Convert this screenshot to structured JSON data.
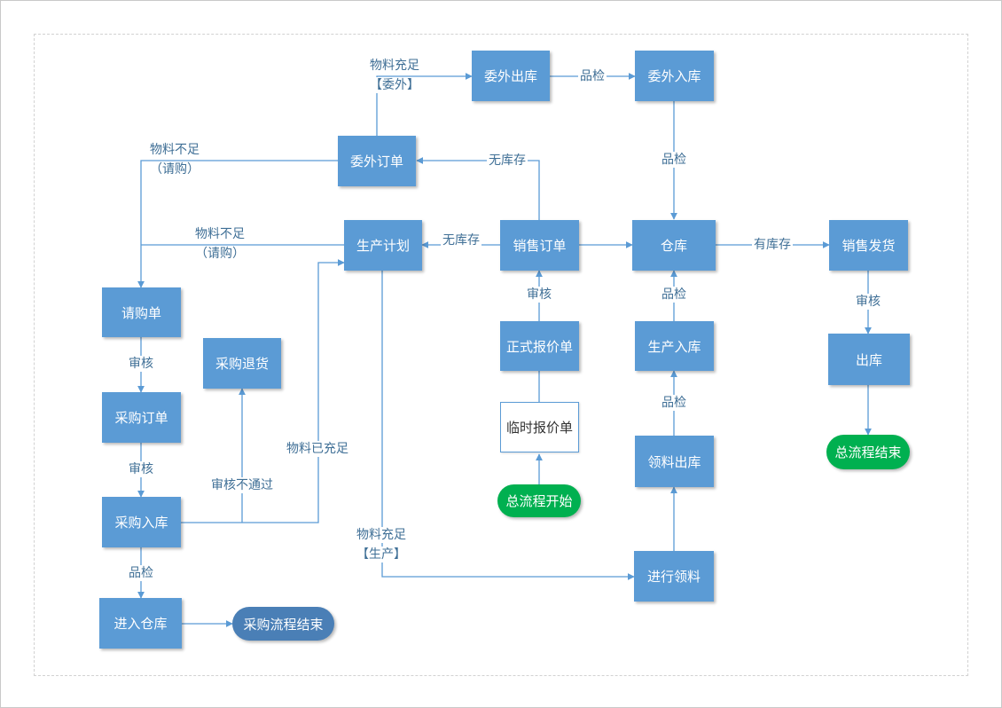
{
  "nodes": {
    "weiwai_chuku": "委外出库",
    "weiwai_ruku": "委外入库",
    "weiwai_dingdan": "委外订单",
    "shengchan_jihua": "生产计划",
    "xiaoshou_dingdan": "销售订单",
    "cangku": "仓库",
    "xiaoshou_fahuo": "销售发货",
    "qinggou_dan": "请购单",
    "caigou_tuihuo": "采购退货",
    "caigou_dingdan": "采购订单",
    "caigou_ruku": "采购入库",
    "jinru_cangku": "进入仓库",
    "caigou_jieshu": "采购流程结束",
    "zhengshi_baojia": "正式报价单",
    "linshi_baojia": "临时报价单",
    "zong_kaishi": "总流程开始",
    "shengchan_ruku": "生产入库",
    "lingliao_chuku": "领料出库",
    "jinxing_lingliao": "进行领料",
    "chuku": "出库",
    "zong_jieshu": "总流程结束"
  },
  "edge_labels": {
    "wuliao_chongzu_weiwai_1": "物料充足",
    "wuliao_chongzu_weiwai_2": "【委外】",
    "pinjian_weiwai": "品检",
    "pinjian_weiwai_cangku": "品检",
    "wuliao_buzu_1a": "物料不足",
    "wuliao_buzu_1b": "（请购）",
    "wukucun_weiwai": "无库存",
    "wuliao_buzu_2a": "物料不足",
    "wuliao_buzu_2b": "（请购）",
    "wukucun_shengchan": "无库存",
    "youkucun": "有库存",
    "shenhe_xiaoshou": "审核",
    "pinjian_cangku": "品检",
    "shenhe_fahuo": "审核",
    "shenhe_qinggou": "审核",
    "shenhe_caigou": "审核",
    "wuliao_yichongzu": "物料已充足",
    "shenhe_butongguo": "审核不通过",
    "pinjian_shengchan": "品检",
    "pinjian_caigou": "品检",
    "wuliao_chongzu_sc_1": "物料充足",
    "wuliao_chongzu_sc_2": "【生产】"
  }
}
